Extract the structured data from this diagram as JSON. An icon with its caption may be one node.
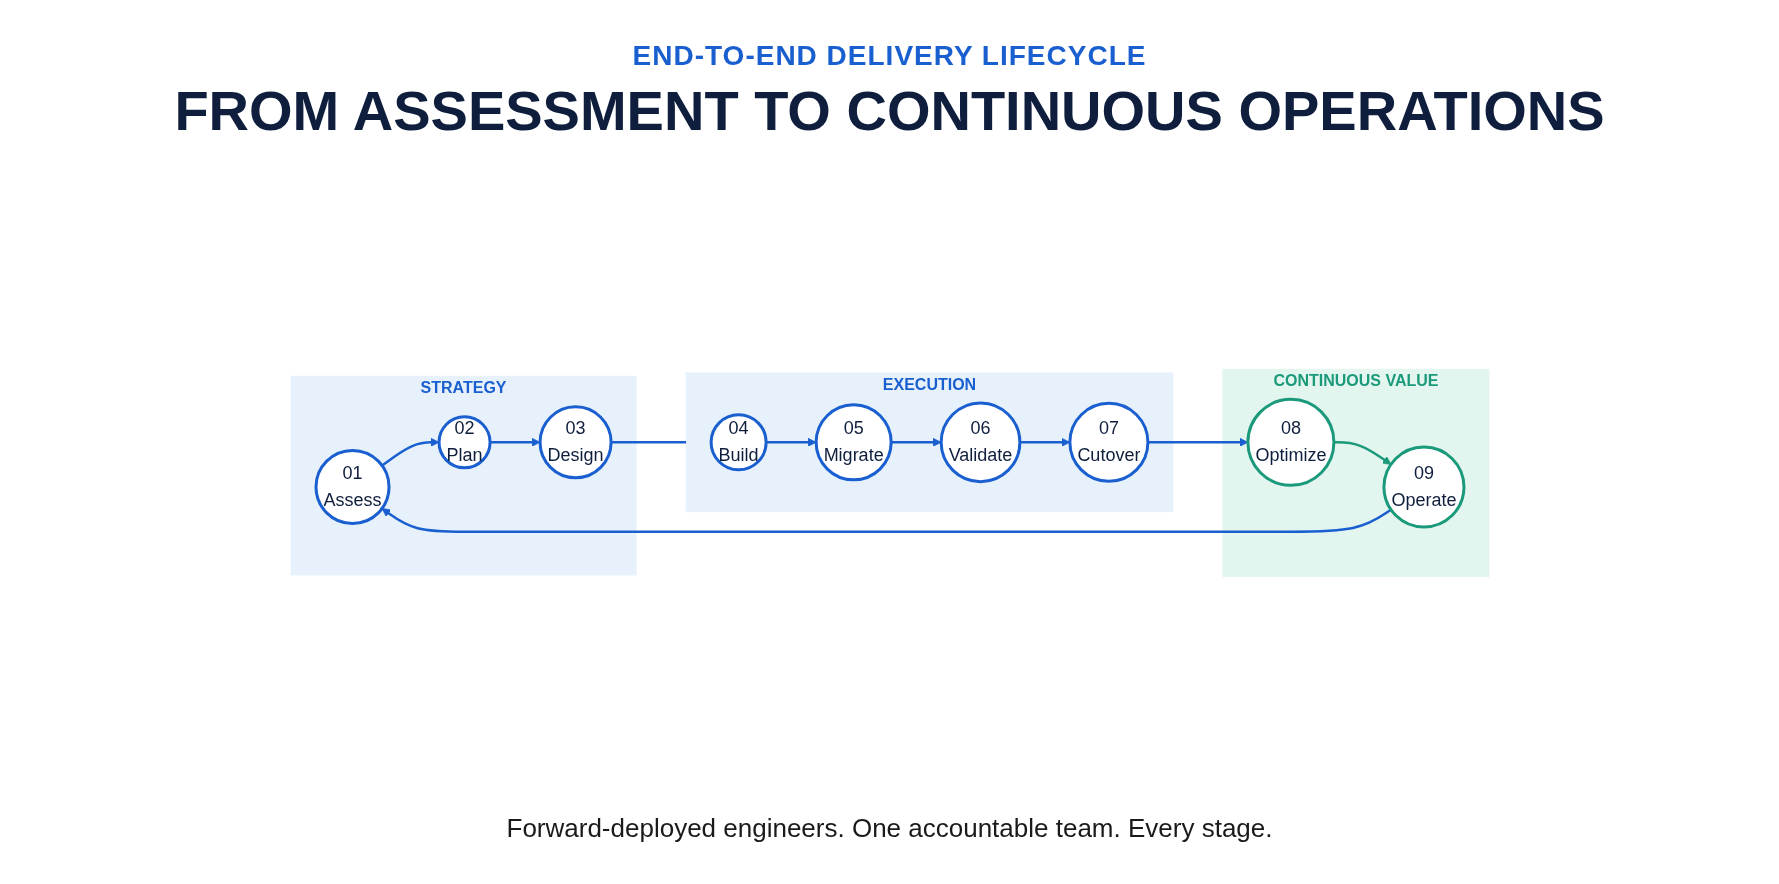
{
  "diagram": {
    "title": "FROM ASSESSMENT TO CONTINUOUS OPERATIONS",
    "caption": "Forward-deployed engineers. One accountable team. Every stage.",
    "labels": [
      "END-TO-END DELIVERY LIFECYCLE"
    ],
    "nodes": [
      {
        "text": [
          "STRATEGY"
        ]
      },
      {
        "text": [
          "01",
          "Assess"
        ],
        "in": 0
      },
      {
        "text": [
          "02",
          "Plan"
        ],
        "in": 0
      },
      {
        "text": [
          "03",
          "Design"
        ],
        "in": 0
      },
      {
        "text": [
          "EXECUTION"
        ]
      },
      {
        "text": [
          "04",
          "Build"
        ],
        "in": 4
      },
      {
        "text": [
          "05",
          "Migrate"
        ],
        "in": 4
      },
      {
        "text": [
          "06",
          "Validate"
        ],
        "in": 4
      },
      {
        "text": [
          "07",
          "Cutover"
        ],
        "in": 4
      },
      {
        "text": [
          "CONTINUOUS VALUE"
        ]
      },
      {
        "text": [
          "08",
          "Optimize"
        ],
        "in": 9
      },
      {
        "text": [
          "09",
          "Operate"
        ],
        "in": 9
      }
    ],
    "edges": [
      {
        "from": 1,
        "to": 2,
        "arrow": "to"
      },
      {
        "from": 2,
        "to": 3,
        "arrow": "to"
      },
      {
        "from": 3,
        "to": 4,
        "arrow": "none"
      },
      {
        "from": 5,
        "to": 6,
        "arrow": "to"
      },
      {
        "from": 6,
        "to": 7,
        "arrow": "to"
      },
      {
        "from": 7,
        "to": 8,
        "arrow": "to"
      },
      {
        "from": 8,
        "to": 10,
        "arrow": "to"
      },
      {
        "from": 10,
        "to": 11,
        "arrow": "to",
        "color": "#1a9a7a"
      },
      {
        "from": 11,
        "to": 1,
        "arrow": "to"
      }
    ]
  }
}
